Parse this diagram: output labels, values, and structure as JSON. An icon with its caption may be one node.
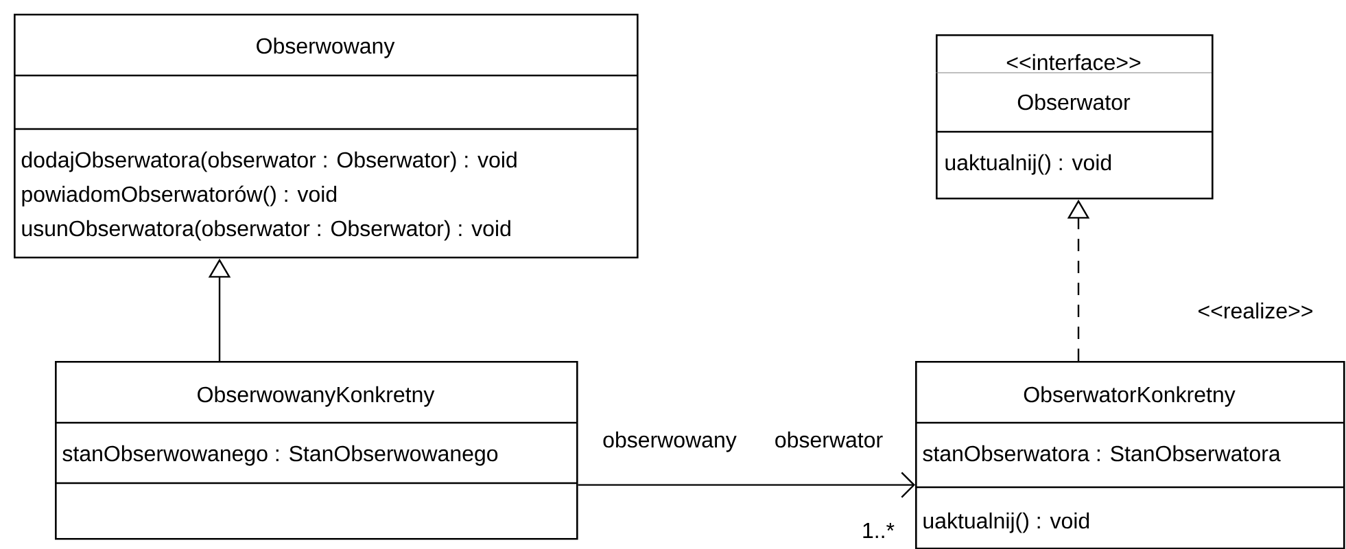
{
  "diagram": {
    "nodes": [
      {
        "text": [
          "Obserwowany",
          "dodajObserwatora(obserwator : Obserwator) : void",
          "powiadomObserwatorów() : void",
          "usunObserwatora(obserwator : Obserwator) : void"
        ]
      },
      {
        "text": [
          "<<interface>>",
          "Obserwator",
          "uaktualnij() : void"
        ]
      },
      {
        "text": [
          "ObserwowanyKonkretny",
          "stanObserwowanego : StanObserwowanego"
        ]
      },
      {
        "text": [
          "ObserwatorKonkretny",
          "stanObserwatora : StanObserwatora",
          "uaktualnij() : void"
        ]
      }
    ],
    "edges": [
      {
        "from": 2,
        "to": 0,
        "arrow": "to"
      },
      {
        "from": 3,
        "to": 1,
        "arrow": "to",
        "style": "dashed"
      },
      {
        "from": 2,
        "to": 3,
        "arrow": "to"
      }
    ],
    "labels": [
      "<<realize>>",
      "obserwowany",
      "obserwator",
      "1..*"
    ]
  }
}
